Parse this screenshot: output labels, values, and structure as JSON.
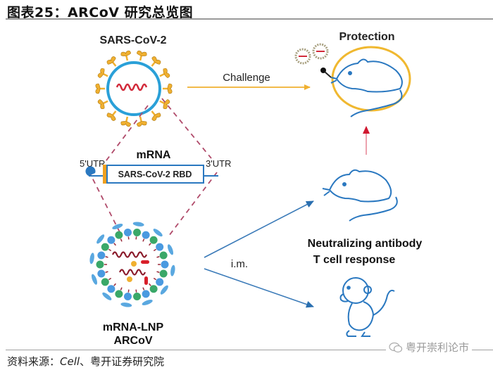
{
  "figure": {
    "title": "图表25：ARCoV 研究总览图",
    "source_prefix": "资料来源：",
    "source_journal": "Cell",
    "source_suffix": "、粤开证券研究院",
    "watermark": "粤开崇利论市"
  },
  "diagram": {
    "virus_label": "SARS-CoV-2",
    "challenge_label": "Challenge",
    "protection_label": "Protection",
    "mrna_label": "mRNA",
    "utr5_label": "5'UTR",
    "utr3_label": "3'UTR",
    "rbd_label": "SARS-CoV-2 RBD",
    "lnp_label_line1": "mRNA-LNP",
    "lnp_label_line2": "ARCoV",
    "route_label": "i.m.",
    "response_line1": "Neutralizing antibody",
    "response_line2": "T cell response",
    "nodes": [
      "SARS-CoV-2 virus",
      "mRNA construct",
      "mRNA-LNP ARCoV",
      "mouse (immunized)",
      "monkey (immunized)",
      "mouse (protected)"
    ],
    "edges": [
      {
        "from": "SARS-CoV-2 virus",
        "to": "mouse (protected)",
        "label": "Challenge"
      },
      {
        "from": "mRNA-LNP ARCoV",
        "to": "mouse (immunized)",
        "label": "i.m."
      },
      {
        "from": "mRNA-LNP ARCoV",
        "to": "monkey (immunized)",
        "label": "i.m."
      },
      {
        "from": "mouse (immunized)",
        "to": "mouse (protected)",
        "label": ""
      }
    ],
    "colors": {
      "spike": "#f0b030",
      "envelope": "#2aa0d8",
      "rna": "#d22a3a",
      "animal_outline": "#2a78c0",
      "challenge_arrow": "#f0b030",
      "im_arrow": "#3a7ab8",
      "up_arrow": "#e0606a",
      "dashed": "#b04a6a",
      "protection_ring": "#f0b830"
    }
  }
}
